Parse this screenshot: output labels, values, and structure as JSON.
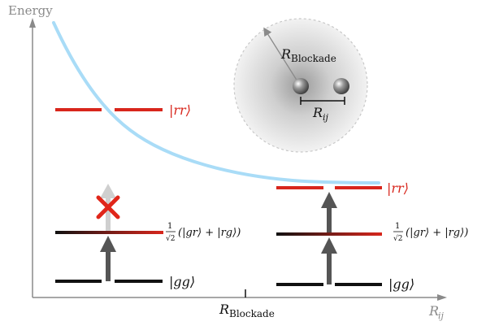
{
  "axes": {
    "y_label": "Energy",
    "x_label_main": "R",
    "x_label_sub": "ij",
    "x_tick_main": "R",
    "x_tick_sub": "Blockade"
  },
  "blockade_sphere": {
    "radius_label_main": "R",
    "radius_label_sub": "Blockade",
    "distance_label_main": "R",
    "distance_label_sub": "ij"
  },
  "left_system": {
    "ground_label": "|gg⟩",
    "middle_label": "(|gr⟩ + |rg⟩)",
    "middle_prefix_num": "1",
    "middle_prefix_den": "√2",
    "top_label": "|rr⟩",
    "blocked_mark": "✕"
  },
  "right_system": {
    "ground_label": "|gg⟩",
    "middle_label": "(|gr⟩ + |rg⟩)",
    "middle_prefix_num": "1",
    "middle_prefix_den": "√2",
    "top_label": "|rr⟩"
  },
  "colors": {
    "axis": "#8a8a8a",
    "curve": "#a9dcf7",
    "red_level": "#d8261c",
    "ground_level": "#111111",
    "arrow": "#555555",
    "arrow_faded": "#cfcfcf",
    "cross": "#e0261a"
  }
}
